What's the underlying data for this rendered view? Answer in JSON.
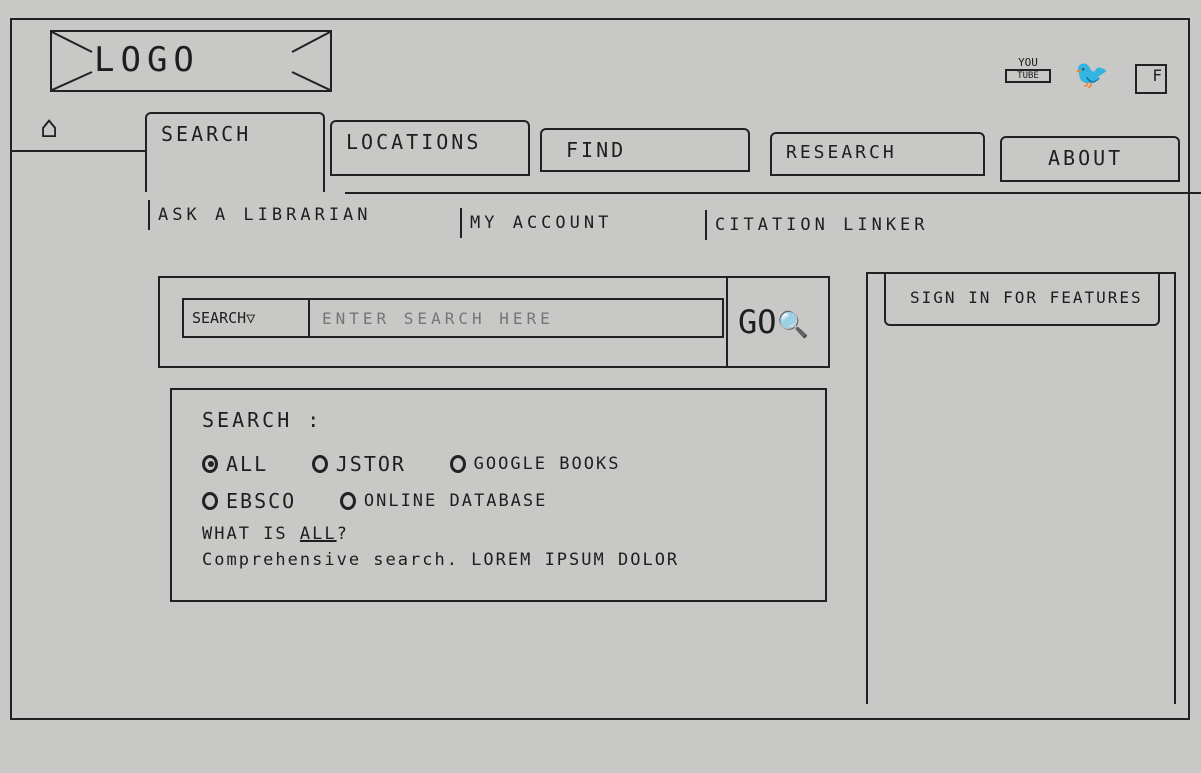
{
  "header": {
    "logo": "LOGO",
    "social": [
      {
        "icon": "youtube-icon",
        "label": "YOU TUBE"
      },
      {
        "icon": "twitter-icon"
      },
      {
        "icon": "facebook-icon",
        "label": "F"
      }
    ]
  },
  "nav": {
    "home_icon": "home-icon",
    "tabs": [
      {
        "label": "SEARCH",
        "active": true
      },
      {
        "label": "LOCATIONS"
      },
      {
        "label": "FIND"
      },
      {
        "label": "RESEARCH"
      },
      {
        "label": "ABOUT"
      }
    ]
  },
  "subnav": [
    "ASK A LIBRARIAN",
    "MY ACCOUNT",
    "CITATION LINKER"
  ],
  "search": {
    "scope": "SEARCH",
    "scope_icon": "chevron-down-icon",
    "placeholder": "ENTER SEARCH HERE",
    "go": "GO",
    "go_icon": "magnifier-icon"
  },
  "options": {
    "heading": "SEARCH :",
    "sources": [
      {
        "label": "ALL",
        "checked": true
      },
      {
        "label": "JSTOR"
      },
      {
        "label": "GOOGLE BOOKS"
      },
      {
        "label": "EBSCO"
      },
      {
        "label": "ONLINE DATABASE"
      }
    ],
    "help_prefix": "WHAT IS ",
    "help_term": "ALL",
    "help_suffix": "?",
    "description": "Comprehensive search. LOREM IPSUM DOLOR"
  },
  "sidebar": {
    "sign_in": "SIGN IN FOR FEATURES"
  }
}
